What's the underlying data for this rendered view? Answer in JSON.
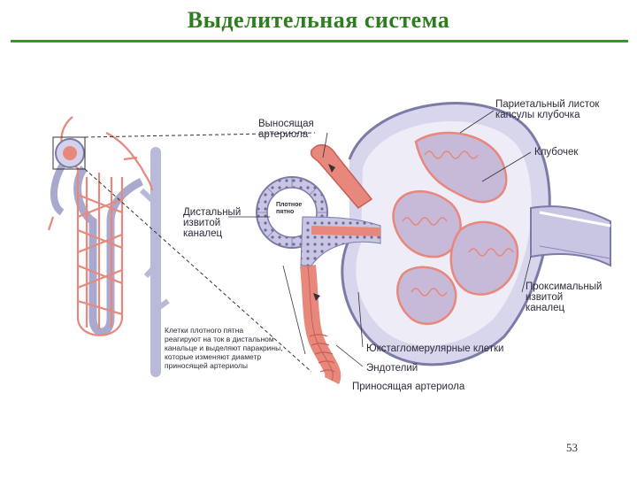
{
  "slide": {
    "title": "Выделительная система",
    "page_number": "53"
  },
  "labels": {
    "efferent_arteriole": "Выносящая\nартериола",
    "parietal_layer": "Париетальный листок\nкапсулы клубочка",
    "glomerulus": "Клубочек",
    "distal_tubule": "Дистальный\nизвитой\nканалец",
    "macula_densa": "Плотное\nпятно",
    "proximal_tubule": "Проксимальный\nизвитой\nканалец",
    "macula_cells_note": "Клетки плотного пятна\nреагируют на ток в дистальном\nканальце и выделяют паракрины,\nкоторые изменяют диаметр\nприносящей артериолы",
    "juxtaglomerular_cells": "Юкстагломерулярные клетки",
    "endothelium": "Эндотелий",
    "afferent_arteriole": "Приносящая артериола"
  },
  "colors": {
    "title": "#2e7d1e",
    "rule": "#2e9a2a",
    "vessel": "#e8877c",
    "tubule": "#a9a9cf",
    "capsule": "#7b7ba8"
  }
}
